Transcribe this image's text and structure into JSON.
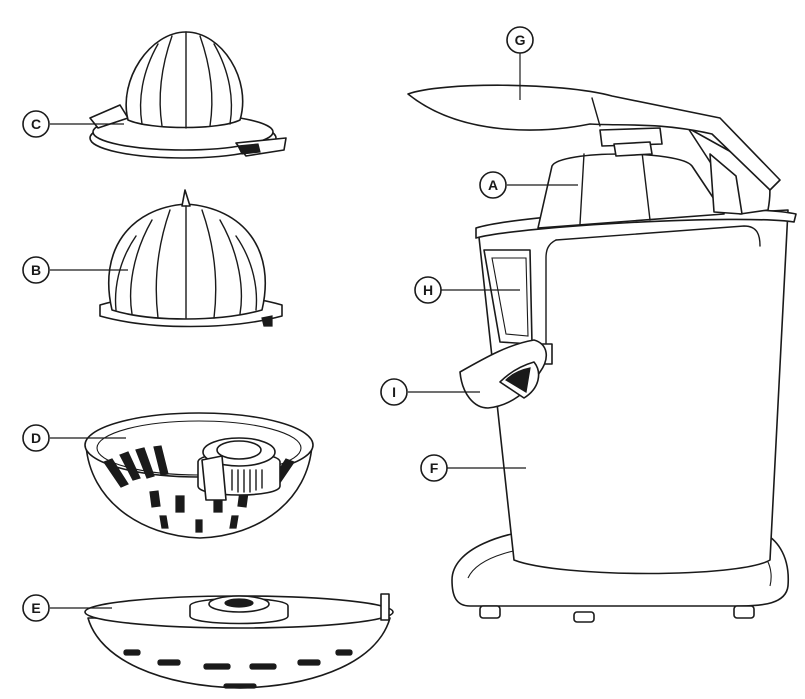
{
  "callouts": [
    {
      "letter": "A"
    },
    {
      "letter": "B"
    },
    {
      "letter": "C"
    },
    {
      "letter": "D"
    },
    {
      "letter": "E"
    },
    {
      "letter": "F"
    },
    {
      "letter": "G"
    },
    {
      "letter": "H"
    },
    {
      "letter": "I"
    }
  ],
  "colors": {
    "ink": "#1a1a1a",
    "paper": "#ffffff"
  }
}
